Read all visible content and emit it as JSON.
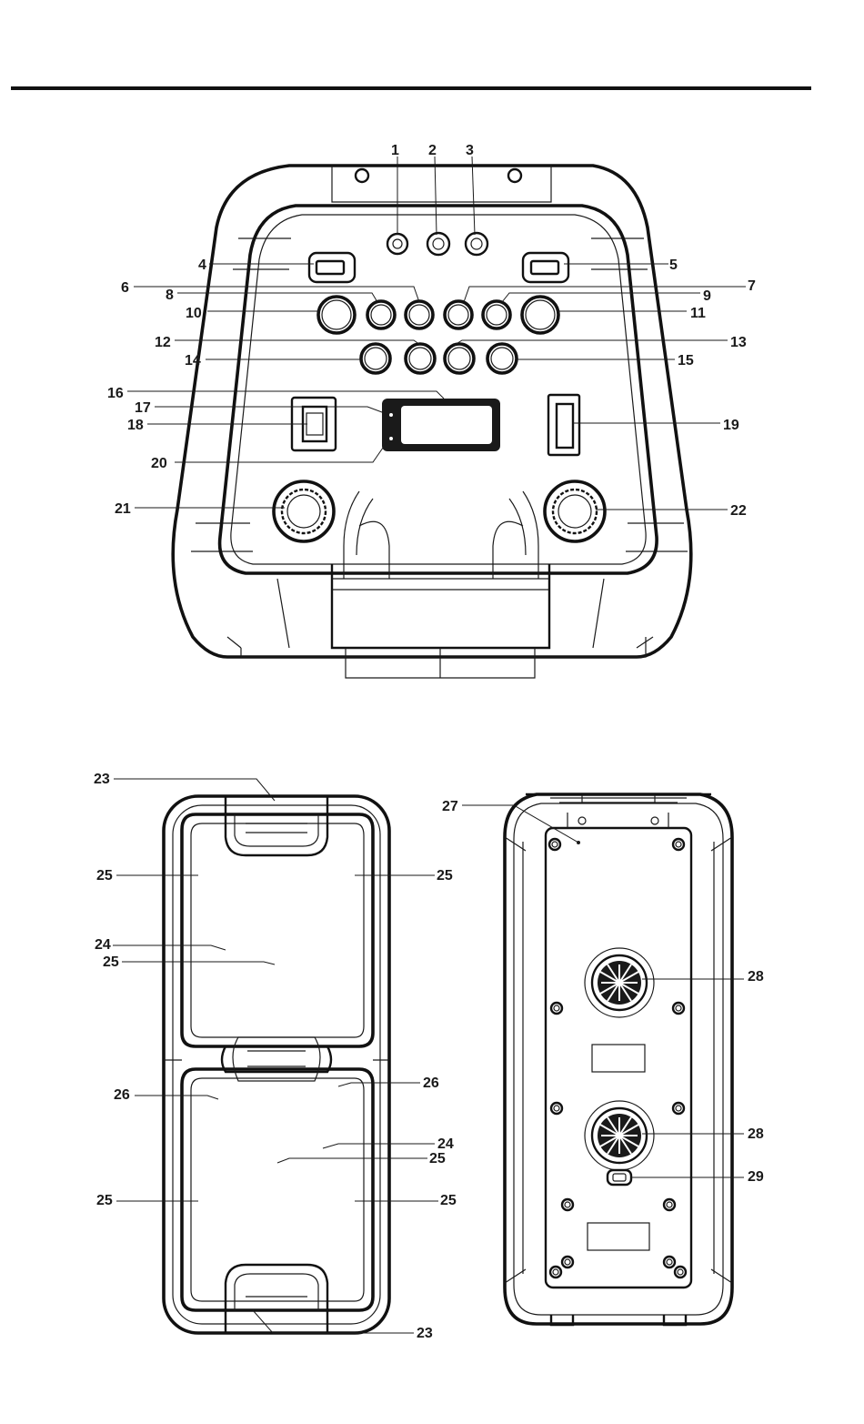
{
  "diagram": {
    "callouts_top": [
      "1",
      "2",
      "3",
      "4",
      "5",
      "6",
      "7",
      "8",
      "9",
      "10",
      "11",
      "12",
      "13",
      "14",
      "15",
      "16",
      "17",
      "18",
      "19",
      "20",
      "21",
      "22"
    ],
    "callouts_front": [
      "23",
      "25",
      "25",
      "24",
      "25",
      "26",
      "26",
      "24",
      "25",
      "25",
      "25",
      "23"
    ],
    "callouts_back": [
      "27",
      "28",
      "28",
      "29"
    ]
  }
}
